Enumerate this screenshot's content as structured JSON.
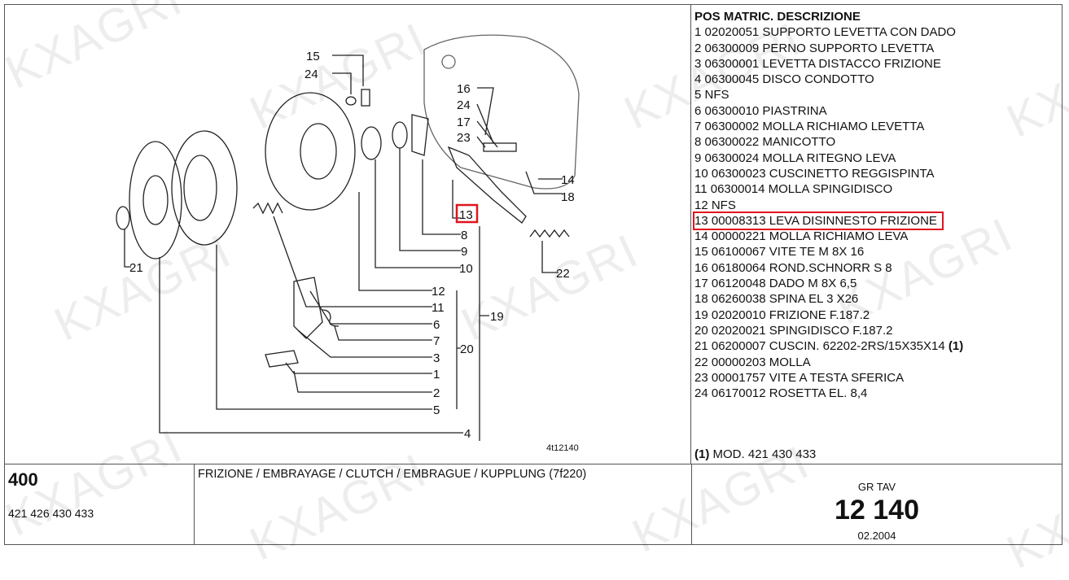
{
  "watermark": "KXAGRI",
  "parts_list": {
    "header": "POS MATRIC. DESCRIZIONE",
    "rows": [
      "1 02020051 SUPPORTO LEVETTA CON DADO",
      "2 06300009 PERNO SUPPORTO LEVETTA",
      "3 06300001 LEVETTA DISTACCO FRIZIONE",
      "4 06300045 DISCO CONDOTTO",
      "5 NFS",
      "6 06300010 PIASTRINA",
      "7 06300002 MOLLA RICHIAMO LEVETTA",
      "8 06300022 MANICOTTO",
      "9 06300024 MOLLA RITEGNO LEVA",
      "10 06300023 CUSCINETTO REGGISPINTA",
      "11 06300014 MOLLA SPINGIDISCO",
      "12 NFS",
      "13 00008313 LEVA DISINNESTO FRIZIONE",
      "14 00000221 MOLLA RICHIAMO LEVA",
      "15 06100067 VITE TE M 8X 16",
      "16 06180064 ROND.SCHNORR S 8",
      "17 06120048 DADO M 8X 6,5",
      "18 06260038 SPINA EL 3 X26",
      "19 02020010 FRIZIONE F.187.2",
      "20 02020021 SPINGIDISCO F.187.2",
      "21 06200007 CUSCIN. 62202-2RS/15X35X14",
      "22 00000203 MOLLA",
      "23 00001757 VITE A TESTA SFERICA",
      "24 06170012 ROSETTA EL. 8,4"
    ],
    "row21_note_ref": "(1)",
    "highlighted_row": 13,
    "footnote_ref": "(1)",
    "footnote": "MOD. 421 430 433"
  },
  "diagram": {
    "callouts": [
      "15",
      "24",
      "16",
      "24",
      "17",
      "23",
      "14",
      "18",
      "13",
      "8",
      "9",
      "10",
      "22",
      "21",
      "12",
      "11",
      "6",
      "19",
      "7",
      "3",
      "20",
      "1",
      "2",
      "5",
      "4"
    ],
    "drawing_code": "4t12140",
    "highlight_color": "#e0141e"
  },
  "footer": {
    "model": "400",
    "model_variants": "421 426 430 433",
    "group_title": "FRIZIONE / EMBRAYAGE / CLUTCH / EMBRAGUE / KUPPLUNG (7f220)",
    "gr_tav_label": "GR TAV",
    "gr_tav_number": "12 140",
    "date": "02.2004"
  }
}
